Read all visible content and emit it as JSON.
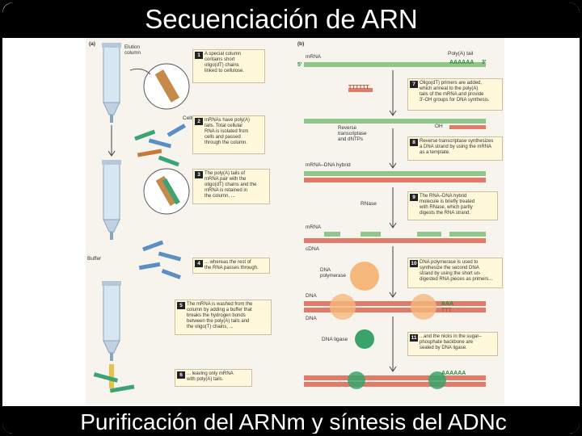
{
  "slide": {
    "title": "Secuenciación de ARN",
    "subtitle": "Purificación del ARNm y síntesis del ADNc"
  },
  "figure": {
    "panel_a_label": "(a)",
    "panel_b_label": "(b)",
    "elution_column_label": "Elution\ncolumn",
    "cellulose_label": "Cellulose",
    "buffer_label": "Buffer",
    "steps_a": [
      {
        "num": "1",
        "text": "A special column\ncontains short\noligo(dT) chains\nlinked to cellulose."
      },
      {
        "num": "2",
        "text": "mRNAs have poly(A)\ntails. Total cellular\nRNA is isolated from\ncells and passed\nthrough the column."
      },
      {
        "num": "3",
        "text": "The poly(A) tails of\nmRNA pair with the\noligo(dT) chains and the\nmRNA is retained in\nthe column, ..."
      },
      {
        "num": "4",
        "text": "... whereas the rest of\nthe RNA passes through."
      },
      {
        "num": "5",
        "text": "The mRNA is washed from the\ncolumn by adding a buffer that\nbreaks the hydrogen bonds\nbetween the poly(A) tails and\nthe oligo(T) chains, ..."
      },
      {
        "num": "6",
        "text": "... leaving only mRNA\nwith poly(A) tails."
      }
    ],
    "steps_b": [
      {
        "num": "7",
        "text": "Oligo(dT) primers are added,\nwhich anneal to the poly(A)\ntails of the mRNA and provide\n3'-OH groups for DNA synthesis."
      },
      {
        "num": "8",
        "text": "Reverse transcriptase synthesizes\na DNA strand by using the mRNA\nas a template."
      },
      {
        "num": "9",
        "text": "The RNA–DNA hybrid\nmolecule is briefly treated\nwith RNase, which partly\ndigests the RNA strand."
      },
      {
        "num": "10",
        "text": "DNA polymerase is used to\nsynthesize the second DNA\nstrand by using the short un-\ndigested RNA pieces as primers..."
      },
      {
        "num": "11",
        "text": "...and the nicks in the sugar–\nphosphate backbone are\nsealed by DNA ligase."
      }
    ],
    "labels_b": {
      "polya_tail": "Poly(A) tail",
      "mrna": "mRNA",
      "mrna_dna_hybrid": "mRNA–DNA hybrid",
      "reverse_transcriptase": "Reverse\ntranscriptase\nand dNTPs",
      "rnase": "RNase",
      "mrna2": "mRNA",
      "cdna": "cDNA",
      "dna_polymerase": "DNA\npolymerase",
      "dna_top": "DNA",
      "dna_bottom": "DNA",
      "dna_ligase": "DNA ligase",
      "oh": "OH",
      "five_prime": "5'",
      "three_prime": "3'",
      "aaaaaa": "AAAAAA",
      "tttttt": "TTTTTT",
      "aaa": "AAA",
      "ttt": "TTT"
    }
  }
}
